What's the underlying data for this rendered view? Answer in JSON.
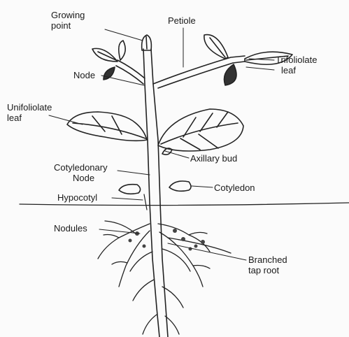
{
  "labels": {
    "growing_point": [
      "Growing",
      "point"
    ],
    "petiole": "Petiole",
    "trifoliolate_leaf": [
      "Trifoliolate",
      "leaf"
    ],
    "node": "Node",
    "unifoliolate_leaf": [
      "Unifoliolate",
      "leaf"
    ],
    "axillary_bud": "Axillary bud",
    "cotyledonary_node": [
      "Cotyledonary",
      "Node"
    ],
    "hypocotyl": "Hypocotyl",
    "cotyledon": "Cotyledon",
    "nodules": "Nodules",
    "branched_tap_root": [
      "Branched",
      "tap root"
    ]
  }
}
